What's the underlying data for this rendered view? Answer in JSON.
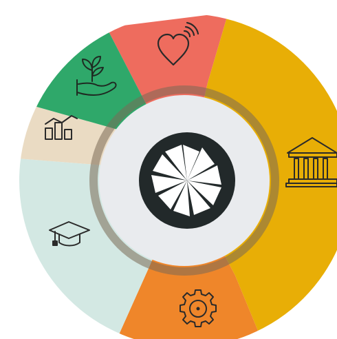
{
  "wheel": {
    "segments": [
      {
        "id": "heart",
        "icon": "heart-wifi-icon",
        "color": "#EE6C5E"
      },
      {
        "id": "building",
        "icon": "government-building-icon",
        "color": "#E8AE06"
      },
      {
        "id": "gear",
        "icon": "gear-icon",
        "color": "#EF862A"
      },
      {
        "id": "education",
        "icon": "graduation-cap-icon",
        "color": "#D3E8E3"
      },
      {
        "id": "growth",
        "icon": "bar-chart-icon",
        "color": "#EADBC3"
      },
      {
        "id": "plant",
        "icon": "plant-hand-icon",
        "color": "#2FA86A"
      }
    ],
    "ring_color": "#7A6A55",
    "center_color": "#E9EBEE",
    "logo_color": "#22292A",
    "logo_icon": "starburst-logo"
  }
}
